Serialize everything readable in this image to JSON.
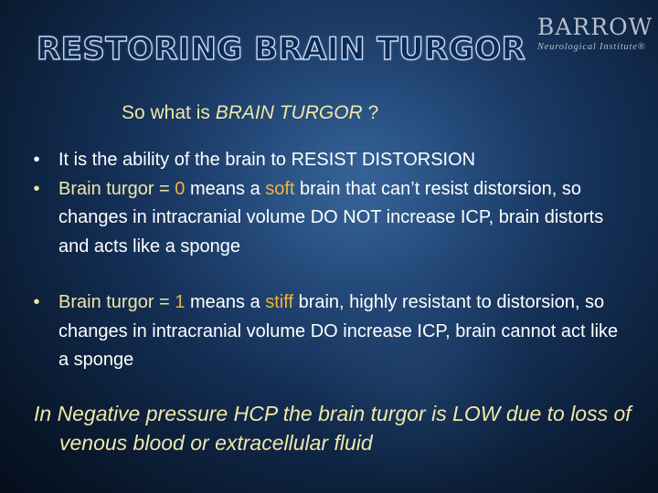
{
  "slide": {
    "title": "RESTORING BRAIN TURGOR",
    "logo": {
      "name": "BARROW",
      "subtitle": "Neurological Institute®"
    },
    "subtitle": {
      "prefix": "So what is ",
      "emphasis": "BRAIN TURGOR",
      "suffix": " ?"
    },
    "bullets": [
      {
        "marker": "•",
        "text": "It is the ability of the brain to RESIST DISTORSION"
      },
      {
        "marker": "•",
        "part1": "Brain turgor = ",
        "value": "0",
        "part2": " means a ",
        "keyword": "soft",
        "part3": " brain that can’t resist distorsion, so changes in intracranial volume DO NOT increase ICP, brain distorts and acts like a sponge"
      },
      {
        "marker": "•",
        "part1": "Brain turgor = ",
        "value": "1",
        "part2": " means a ",
        "keyword": "stiff",
        "part3": " brain, highly resistant to distorsion, so changes in intracranial volume DO increase ICP, brain cannot act like a sponge"
      }
    ],
    "conclusion": "In Negative pressure HCP the brain turgor is LOW due to loss of venous blood or extracellular fluid"
  },
  "colors": {
    "background": "#112a4d",
    "title_fill": "#0c2a55",
    "title_outline": "#c8d8ee",
    "text_white": "#ffffff",
    "text_yellow": "#f0e6a8",
    "text_orange": "#f0b43c",
    "logo": "#b6bfcb"
  }
}
